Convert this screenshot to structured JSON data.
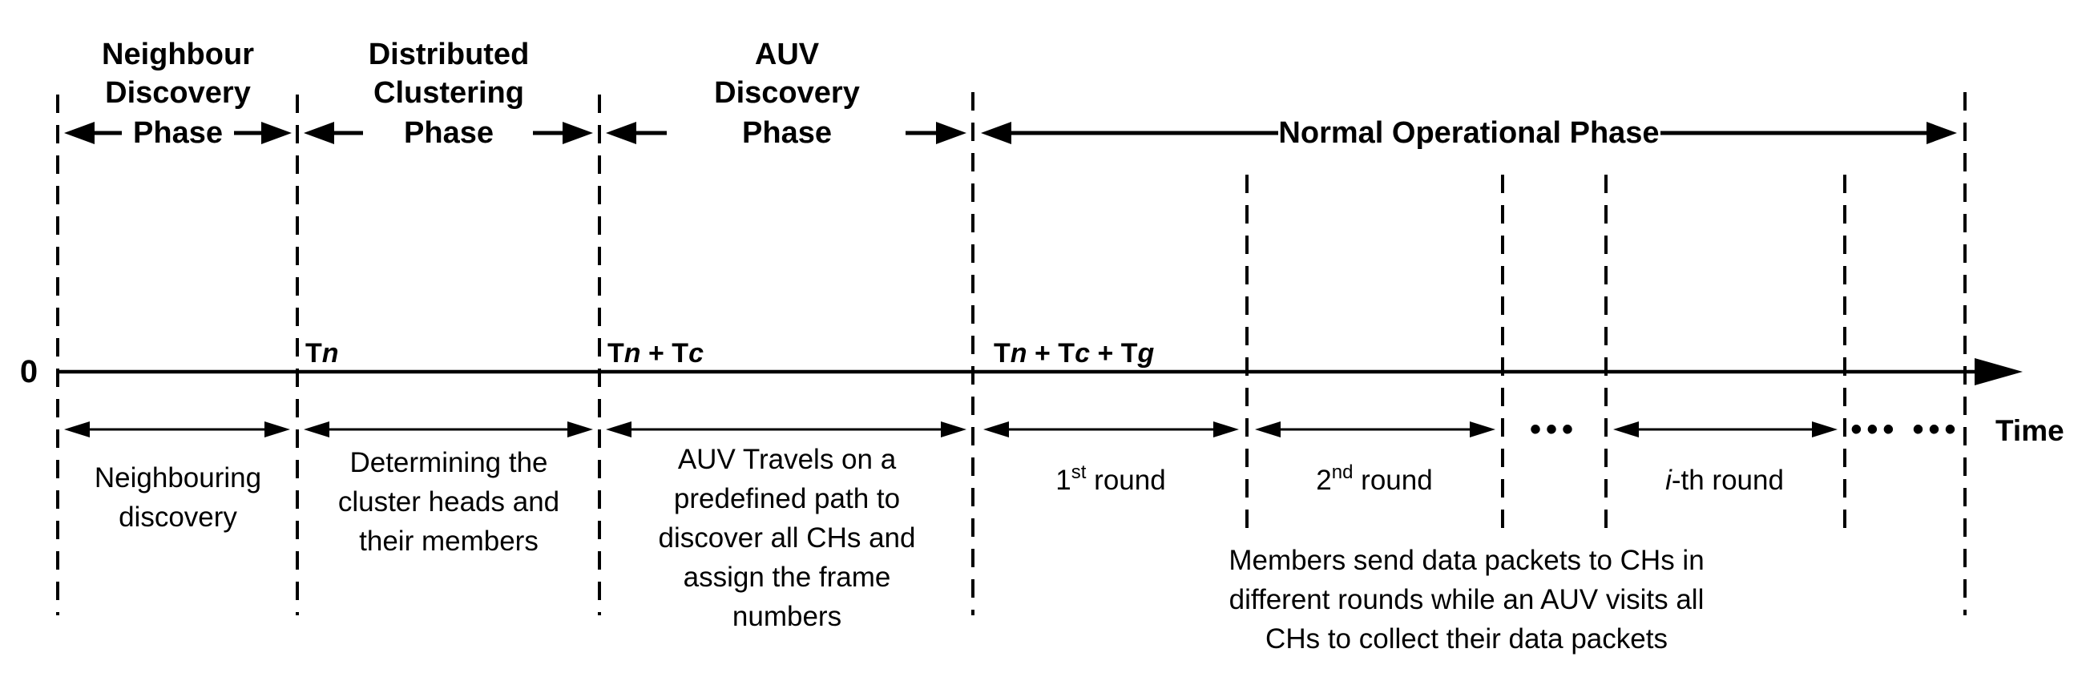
{
  "figure": {
    "phases": [
      {
        "name": "Neighbour Discovery Phase",
        "lines": [
          "Neighbour",
          "Discovery",
          "Phase"
        ]
      },
      {
        "name": "Distributed Clustering Phase",
        "lines": [
          "Distributed",
          "Clustering",
          "Phase"
        ]
      },
      {
        "name": "AUV Discovery Phase",
        "lines": [
          "AUV",
          "Discovery",
          "Phase"
        ]
      },
      {
        "name": "Normal Operational Phase",
        "lines": [
          "Normal Operational Phase"
        ]
      }
    ],
    "axis": {
      "origin": "0",
      "time_label": "Time",
      "ticks": [
        {
          "parts": [
            {
              "text": "T"
            },
            {
              "text": "n"
            }
          ]
        },
        {
          "parts": [
            {
              "text": "T"
            },
            {
              "text": "n"
            },
            {
              "text": " + T"
            },
            {
              "text": "c"
            }
          ]
        },
        {
          "parts": [
            {
              "text": "T"
            },
            {
              "text": "n"
            },
            {
              "text": " + T"
            },
            {
              "text": "c"
            },
            {
              "text": " + T"
            },
            {
              "text": "g"
            }
          ]
        }
      ]
    },
    "descriptions": [
      {
        "lines": [
          "Neighbouring",
          "discovery"
        ]
      },
      {
        "lines": [
          "Determining the",
          "cluster heads and",
          "their members"
        ]
      },
      {
        "lines": [
          "AUV Travels on a",
          "predefined path to",
          "discover all CHs and",
          "assign the frame",
          "numbers"
        ]
      }
    ],
    "rounds": [
      {
        "base": "1",
        "sup": "st",
        "rest": " round"
      },
      {
        "base": "2",
        "sup": "nd",
        "rest": " round"
      },
      {
        "base": "i",
        "rest": "-th round"
      }
    ],
    "dots": {
      "mid": "•••",
      "end": "••• •••"
    },
    "note": {
      "lines": [
        "Members send data packets to CHs in",
        "different rounds while an AUV visits all",
        "CHs to collect their data packets"
      ]
    }
  },
  "colors": {
    "ink": "#000000",
    "background": "#ffffff"
  }
}
